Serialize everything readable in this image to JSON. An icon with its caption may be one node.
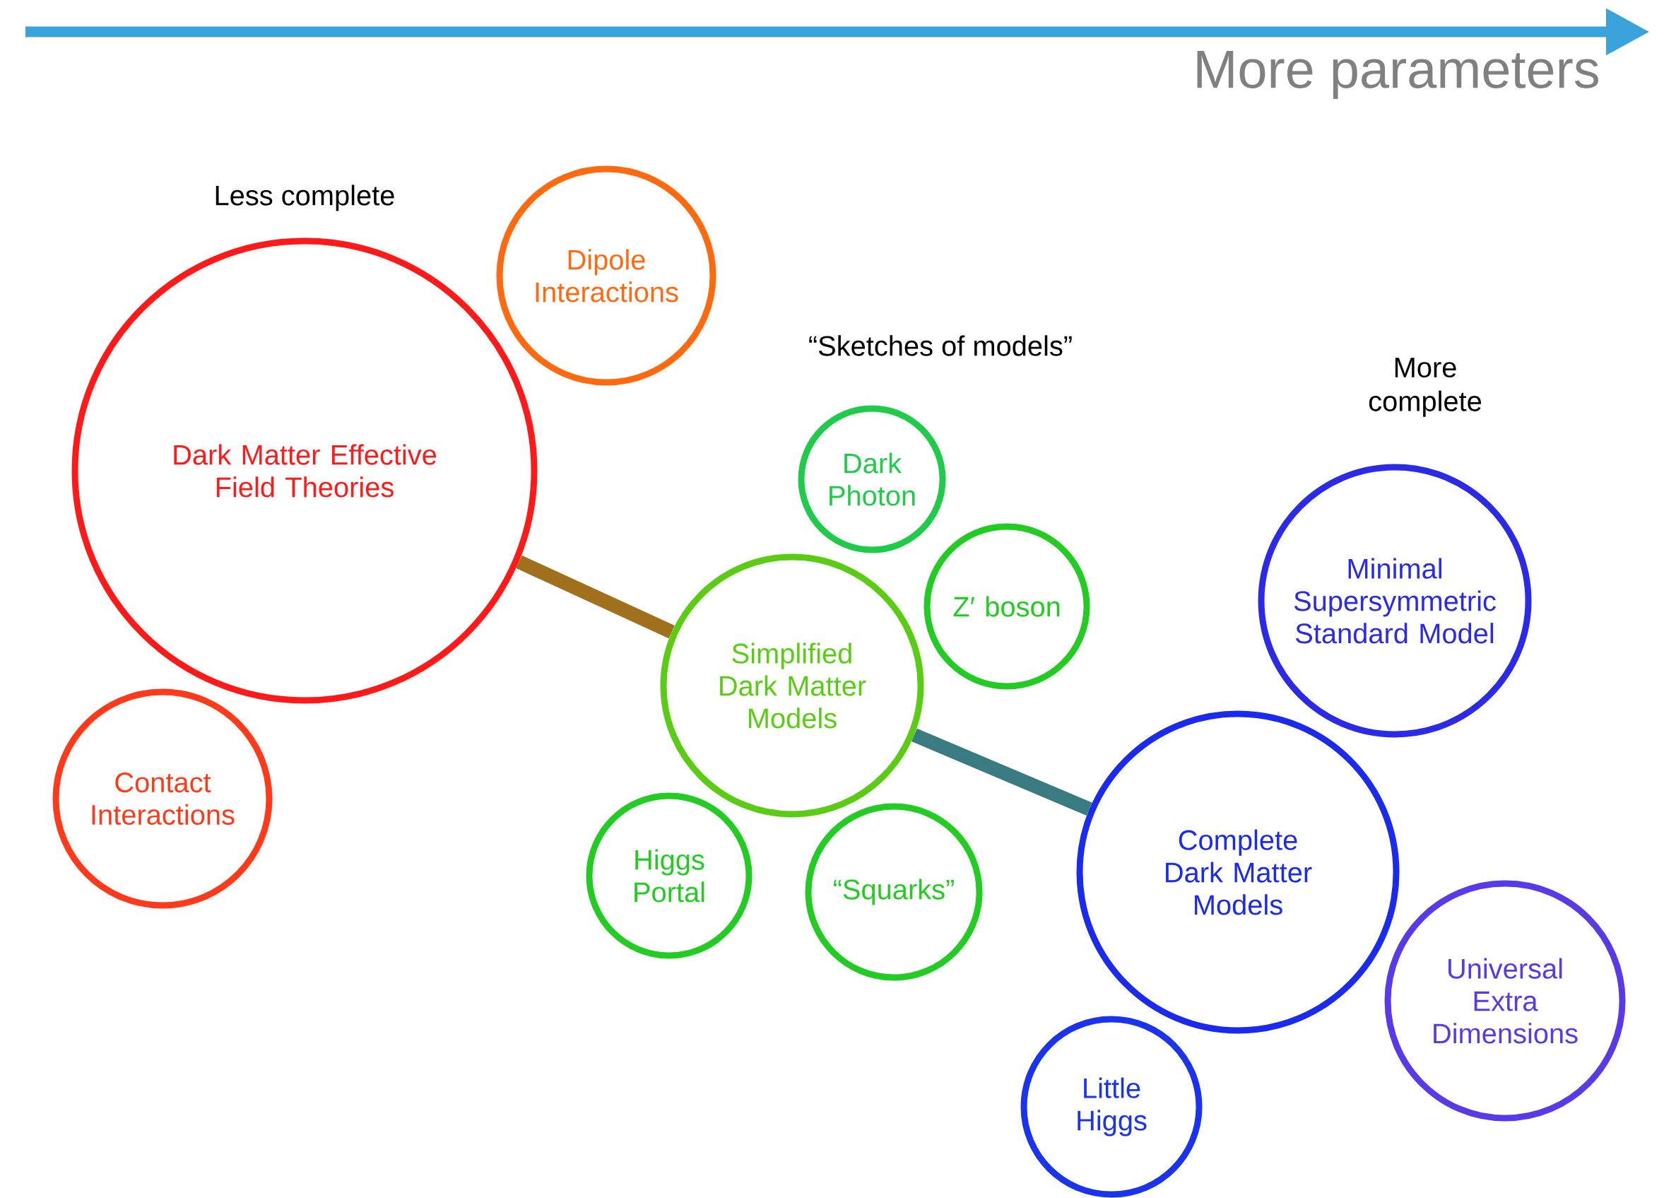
{
  "diagram": {
    "nodes": [
      {
        "text": [
          "Dark Matter Effective Field Theories"
        ]
      },
      {
        "text": [
          "Dipole Interactions"
        ]
      },
      {
        "text": [
          "Contact Interactions"
        ]
      },
      {
        "text": [
          "Dark Photon"
        ]
      },
      {
        "text": [
          "Z′ boson"
        ]
      },
      {
        "text": [
          "Simplified Dark Matter Models"
        ]
      },
      {
        "text": [
          "Higgs Portal"
        ]
      },
      {
        "text": [
          "“Squarks”"
        ]
      },
      {
        "text": [
          "Minimal Supersymmetric Standard Model"
        ]
      },
      {
        "text": [
          "Complete Dark Matter Models"
        ]
      },
      {
        "text": [
          "Universal Extra Dimensions"
        ]
      },
      {
        "text": [
          "Little Higgs"
        ]
      }
    ],
    "edges": [
      {
        "from": 0,
        "to": 5,
        "arrow": "none",
        "color": "#a0701c"
      },
      {
        "from": 5,
        "to": 9,
        "arrow": "none",
        "color": "#3a7b81"
      }
    ],
    "labels": [
      "More parameters",
      "Less complete",
      "“Sketches of models”",
      "More complete"
    ]
  }
}
